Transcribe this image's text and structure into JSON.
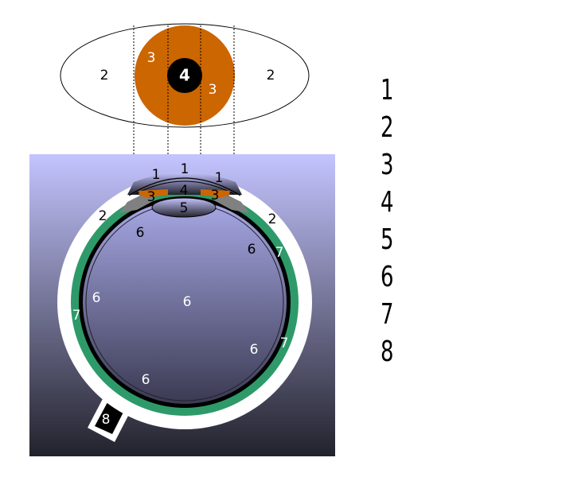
{
  "colors": {
    "iris": "#cc6600",
    "pupil": "#000000",
    "choroid_green": "#2e9a6a",
    "sclera": "#ffffff",
    "background_top": "#c4c4ff",
    "background_bottom": "#22222c",
    "ciliary_gray": "#808080",
    "outline": "#000000"
  },
  "front_view": {
    "sclera_left_label": "2",
    "sclera_right_label": "2",
    "iris_upper_label": "3",
    "iris_lower_label": "3",
    "pupil_label": "4"
  },
  "section_view": {
    "cornea_left_label": "1",
    "cornea_center_label": "1",
    "cornea_right_label": "1",
    "anterior_chamber_label": "4",
    "iris_left_label": "3",
    "iris_right_label": "3",
    "lens_label": "5",
    "sclera_left_label": "2",
    "sclera_right_label": "2",
    "vitreous_upper_left_label": "6",
    "vitreous_upper_right_label": "6",
    "vitreous_left_label": "6",
    "vitreous_center_label": "6",
    "vitreous_lower_right_label": "6",
    "vitreous_bottom_label": "6",
    "choroid_upper_right_label": "7",
    "choroid_left_label": "7",
    "choroid_lower_right_label": "7",
    "optic_nerve_label": "8"
  },
  "legend": [
    "1",
    "2",
    "3",
    "4",
    "5",
    "6",
    "7",
    "8"
  ]
}
